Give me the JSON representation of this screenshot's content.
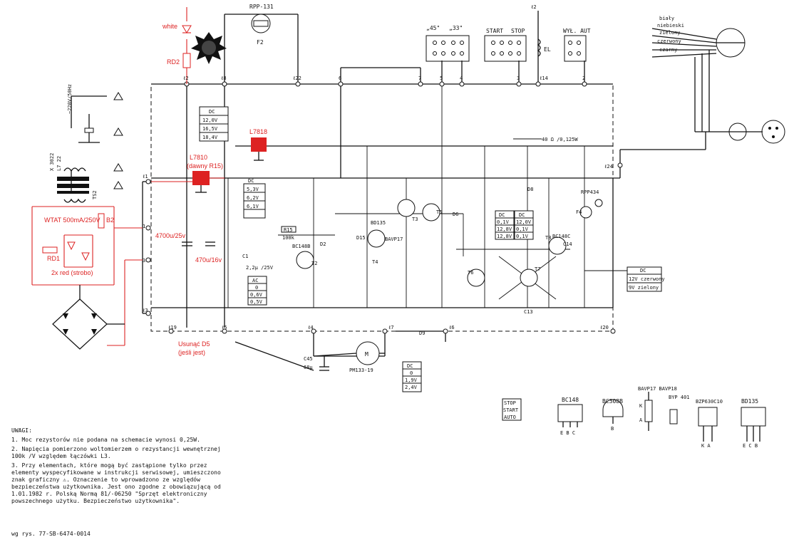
{
  "title_block": {
    "resistor": "RPP-131",
    "fuse": "F2"
  },
  "labels": {
    "white": "white",
    "rd2": "RD2",
    "l7818": "L7818",
    "l7810": "L7810",
    "dawny": "(dawny R15)",
    "wtat": "WTAT 500mA/250V",
    "b2": "B2",
    "rd1": "RD1",
    "strobo": "2x red (strobo)",
    "c9": "4700u/25v",
    "c7": "470u/16v",
    "usunac1": "Usunąć D5",
    "usunac2": "(jeśli jest)"
  },
  "terminals": {
    "t2": "ℓ2",
    "t8": "ℓ8",
    "t22": "ℓ22",
    "t6": "6",
    "t7": "7",
    "t5": "5",
    "t4": "4",
    "t3": "3",
    "t14": "ℓ14",
    "t2b": "2",
    "t1": "ℓ1",
    "t3b": "ℓ3",
    "t19": "ℓ19",
    "t5b": "ℓ5",
    "t4b": "ℓ4",
    "t7b": "ℓ7",
    "t6b": "ℓ6",
    "t20": "ℓ20",
    "top2": "ℓ2",
    "in1": "1",
    "in3": "3",
    "t24": "ℓ24"
  },
  "switches": {
    "s45": "„45\"",
    "s33": "„33\"",
    "start": "START",
    "stop": "STOP",
    "wylaut": "WYŁ. AUT",
    "el": "EL"
  },
  "plug_wires": [
    "biały",
    "zielony",
    "czerwony",
    "czarny",
    "niebieski"
  ],
  "tables": {
    "dc1": {
      "head": "DC",
      "rows": [
        "12,0V",
        "16,5V",
        "18,4V"
      ]
    },
    "dc2": {
      "head": "DC",
      "rows": [
        "5,3V",
        "6,2V",
        "6,1V"
      ]
    },
    "ac1": {
      "head": "AC",
      "rows": [
        "0",
        "0,6V",
        "0,5V"
      ]
    },
    "dc3": {
      "head": "DC",
      "rows": [
        "0,1V",
        "12,8V",
        "12,8V"
      ]
    },
    "dc4": {
      "head": "DC",
      "rows": [
        "12,0V",
        "0,1V",
        "0,1V"
      ]
    },
    "dc5": {
      "head": "DC",
      "rows": [
        "0",
        "1,9V",
        "2,4V"
      ]
    },
    "dc6": {
      "head": "DC",
      "rows": [
        "12V czerwony",
        "9V zielony"
      ]
    }
  },
  "components": {
    "r15": "R15",
    "r15v": "100k",
    "c1": "C1",
    "c1v": "2,2μ /25V",
    "t2": "T2",
    "bc148": "BC148B",
    "bd135": "BD135",
    "bavp17": "BAVP17",
    "d2": "D2",
    "d6": "D6",
    "d8": "D8",
    "t3": "T3",
    "t4": "T4",
    "t5": "T5",
    "t6": "T6",
    "t7": "T7",
    "t8": "T8",
    "bc148c": "BC148C",
    "c13": "C13",
    "c14": "C14",
    "c45": "C45",
    "motor": "M",
    "motorv": "PM133-19",
    "f4": "F4",
    "rpp": "RPP434",
    "r40": "40 Ω /0,125W",
    "c68": "68μ",
    "d9": "D9",
    "d15": "D15"
  },
  "transformer": {
    "t1": "TS2",
    "t2": "~220V/50Hz",
    "t3": "X 3022",
    "t4": "L7 22"
  },
  "packages": {
    "p_stop": "STOP",
    "p_start": "START",
    "p_auto": "AUTO",
    "p_bc148": "BC148",
    "p_bc148pins": "E B C",
    "p_bc308": "BC308B",
    "p_bc308pin": "B",
    "p_bavp": "BAVP17 BAVP18",
    "p_k": "K",
    "p_a": "A",
    "p_byp": "BYP 401",
    "p_bzp": "BZP630C10",
    "p_bzppins": "K A",
    "p_bd": "BD135",
    "p_bdpins": "E C B"
  },
  "notes": {
    "heading": "UWAGI:",
    "n1": "1. Moc rezystorów nie podana na schemacie wynosi 0,25W.",
    "n2": "2. Napięcia pomierzono woltomierzem o rezystancji wewnętrznej 100k /V względem łączówki L3.",
    "n3": "3. Przy elementach, które mogą być zastąpione tylko przez elementy wyspecyfikowane w instrukcji serwisowej, umieszczono znak graficzny ⚠. Oznaczenie to wprowadzono ze względów bezpieczeństwa użytkownika. Jest ono zgodne z obowiązującą od 1.01.1982 r. Polską Normą 81/-06250 \"Sprzęt elektroniczny powszechnego użytku. Bezpieczeństwo użytkownika\".",
    "footer": "wg rys. 77-SB-6474-0014"
  },
  "colors": {
    "annotation": "#dd2222",
    "regulator": "#dd2222",
    "ink": "#111111"
  }
}
